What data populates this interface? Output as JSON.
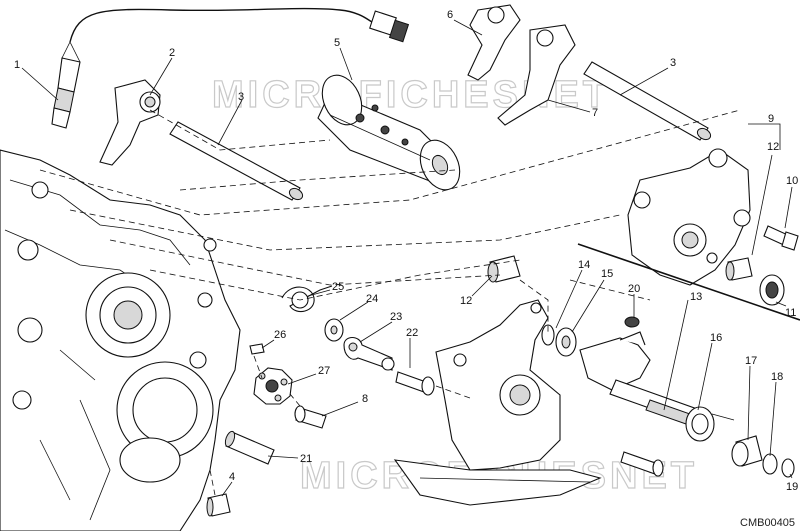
{
  "watermark": {
    "top": "MICROFICHESNET",
    "bottom": "MICROFICHESNET"
  },
  "drawing_code": "CMB00405",
  "callouts": [
    "1",
    "2",
    "3",
    "5",
    "6",
    "3",
    "7",
    "9",
    "12",
    "10",
    "4",
    "8",
    "21",
    "22",
    "23",
    "24",
    "25",
    "26",
    "27",
    "12",
    "14",
    "15",
    "20",
    "13",
    "16",
    "17",
    "18",
    "19",
    "11"
  ]
}
